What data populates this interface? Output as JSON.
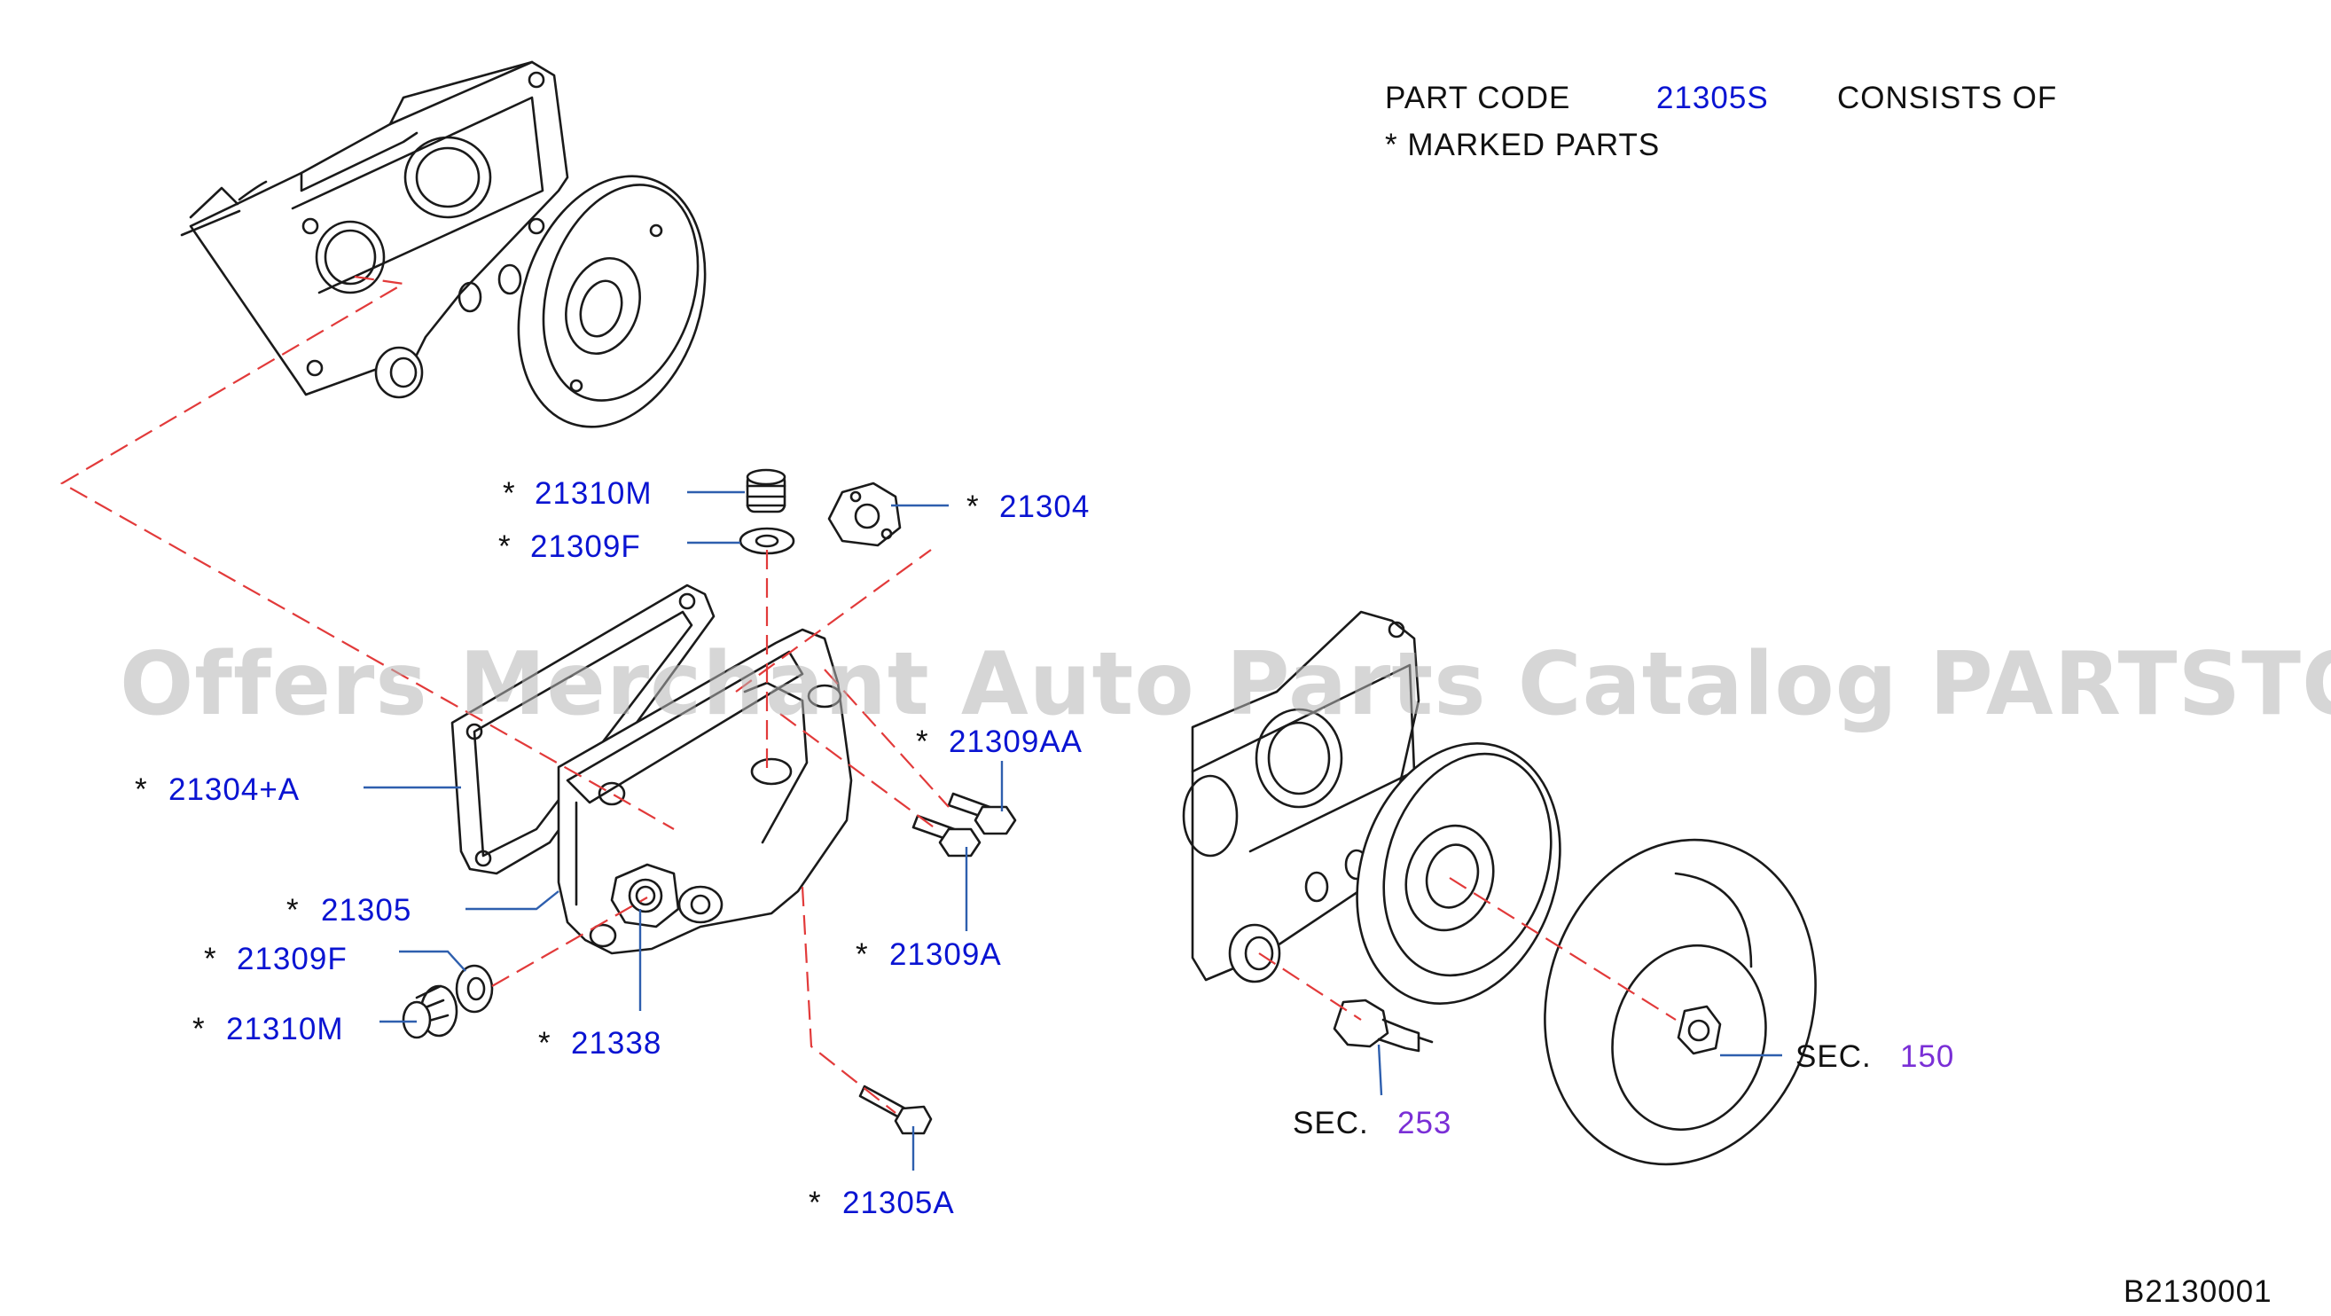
{
  "header": {
    "line1_prefix": "PART  CODE",
    "set_code": "21305S",
    "line1_suffix": "CONSISTS  OF",
    "line2": "*  MARKED  PARTS"
  },
  "watermark": "Offers Merchant Auto Parts Catalog PARTSTORE.SA",
  "diagram_code": "B2130001",
  "marker": "*",
  "sec_label": "SEC.",
  "callouts": [
    {
      "id": "c1",
      "code": "21310M"
    },
    {
      "id": "c2",
      "code": "21309F"
    },
    {
      "id": "c3",
      "code": "21304"
    },
    {
      "id": "c4",
      "code": "21309AA"
    },
    {
      "id": "c5",
      "code": "21304+A"
    },
    {
      "id": "c6",
      "code": "21305"
    },
    {
      "id": "c7",
      "code": "21309A"
    },
    {
      "id": "c8",
      "code": "21309F"
    },
    {
      "id": "c9",
      "code": "21310M"
    },
    {
      "id": "c10",
      "code": "21338"
    },
    {
      "id": "c11",
      "code": "21305A"
    }
  ],
  "sections": [
    {
      "id": "s1",
      "number": "150"
    },
    {
      "id": "s2",
      "number": "253"
    }
  ],
  "colors": {
    "part_code": "#0a14d2",
    "section_ref": "#7a2fd6",
    "leader": "#2e5fae",
    "dashed": "#e23a3a"
  }
}
